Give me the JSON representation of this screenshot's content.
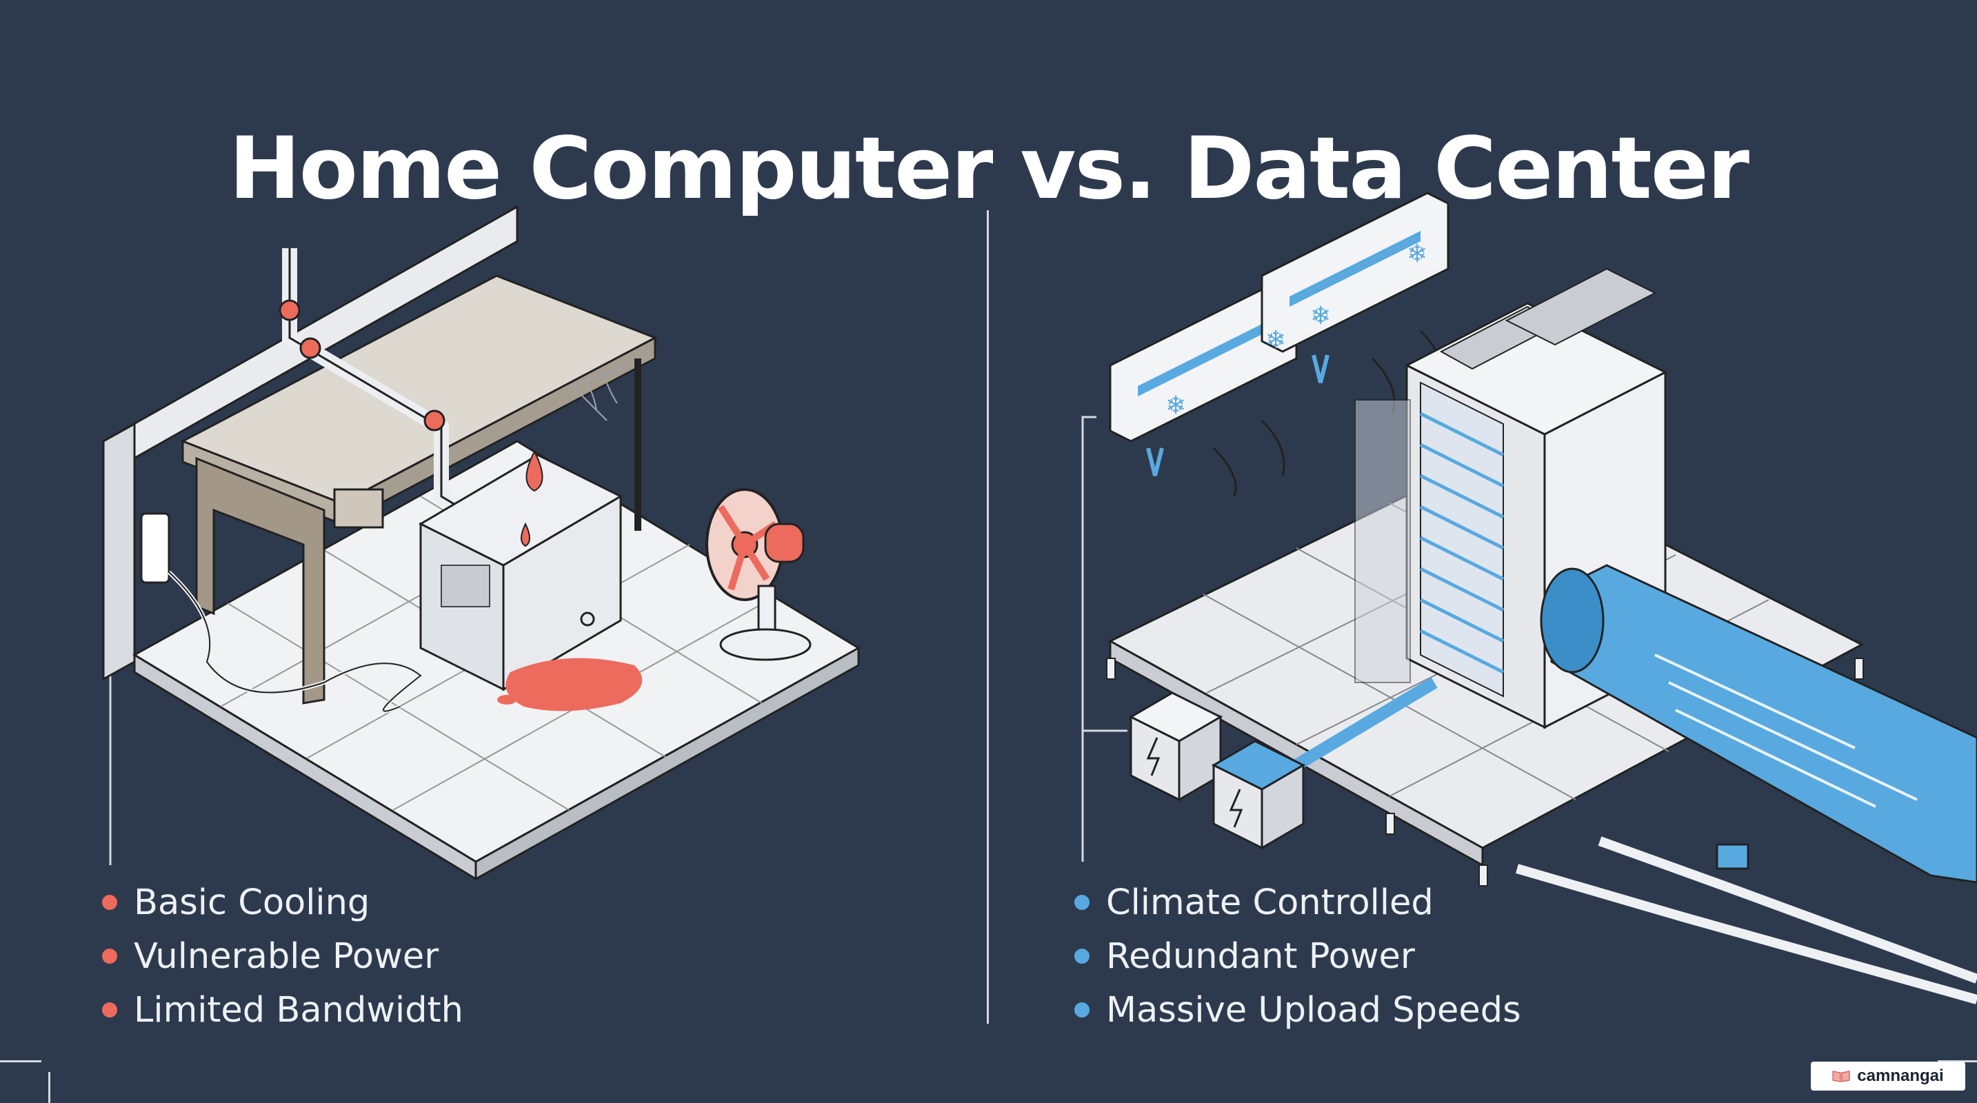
{
  "title": "Home Computer vs. Data Center",
  "left_panel": {
    "bullets": [
      "Basic Cooling",
      "Vulnerable Power",
      "Limited Bandwidth"
    ],
    "bullet_color": "#ec6b5d"
  },
  "right_panel": {
    "bullets": [
      "Climate Controlled",
      "Redundant Power",
      "Massive Upload Speeds"
    ],
    "bullet_color": "#58a9e0"
  },
  "watermark": {
    "text": "camnangai",
    "icon": "book-icon"
  },
  "colors": {
    "background": "#2d3a4e",
    "accent_red": "#ec6b5d",
    "accent_blue": "#58a9e0",
    "line": "#d5d9df"
  }
}
